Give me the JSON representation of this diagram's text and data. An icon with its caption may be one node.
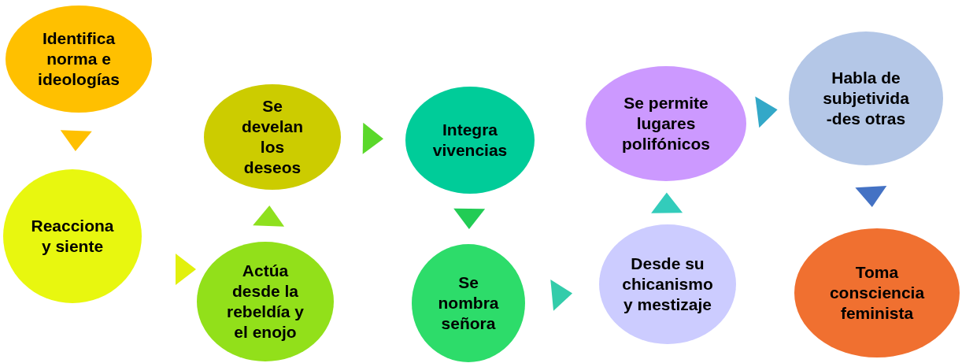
{
  "diagram": {
    "nodes": [
      {
        "text": [
          "Identifica norma e ideologías"
        ]
      },
      {
        "text": [
          "Reacciona y siente"
        ]
      },
      {
        "text": [
          "Actúa desde la rebeldía y el enojo"
        ]
      },
      {
        "text": [
          "Se develan los deseos"
        ]
      },
      {
        "text": [
          "Integra vivencias"
        ]
      },
      {
        "text": [
          "Se nombra señora"
        ]
      },
      {
        "text": [
          "Desde su chicanismo y mestizaje"
        ]
      },
      {
        "text": [
          "Se permite lugares polifónicos"
        ]
      },
      {
        "text": [
          "Habla de subjetivida -des otras"
        ]
      },
      {
        "text": [
          "Toma consciencia feminista"
        ]
      }
    ],
    "edges": [
      {
        "from": 0,
        "to": 1,
        "arrow": "to",
        "color": "#ffc000"
      },
      {
        "from": 1,
        "to": 2,
        "arrow": "to",
        "color": "#e2f00c"
      },
      {
        "from": 2,
        "to": 3,
        "arrow": "to",
        "color": "#8ee01e"
      },
      {
        "from": 3,
        "to": 4,
        "arrow": "to",
        "color": "#5ad82a"
      },
      {
        "from": 4,
        "to": 5,
        "arrow": "to",
        "color": "#22cc55"
      },
      {
        "from": 5,
        "to": 6,
        "arrow": "to",
        "color": "#33ccaa"
      },
      {
        "from": 6,
        "to": 7,
        "arrow": "to",
        "color": "#33ccbb"
      },
      {
        "from": 7,
        "to": 8,
        "arrow": "to",
        "color": "#33a8c8"
      },
      {
        "from": 8,
        "to": 9,
        "arrow": "to",
        "color": "#4472c4"
      }
    ]
  }
}
